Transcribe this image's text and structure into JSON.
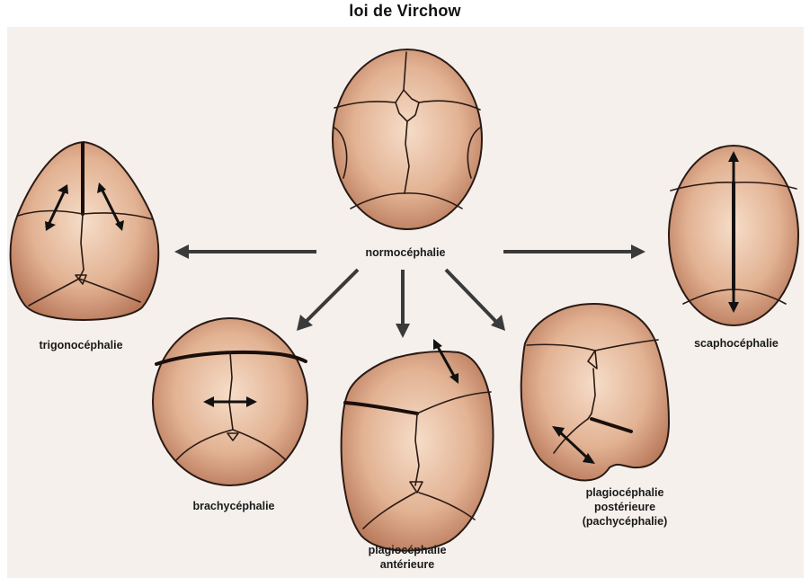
{
  "title": "loi de Virchow",
  "center_label": "normocéphalie",
  "labels": {
    "trigonocephalie": "trigonocéphalie",
    "scaphocephalie": "scaphocéphalie",
    "brachycephalie": "brachycéphalie",
    "plagio_anterieure_line1": "plagiocéphalie",
    "plagio_anterieure_line2": "antérieure",
    "plagio_posterieure_line1": "plagiocéphalie",
    "plagio_posterieure_line2": "postérieure",
    "plagio_posterieure_line3": "(pachycéphalie)"
  },
  "colors": {
    "skull_light": "#f6ddc8",
    "skull_mid": "#e2b293",
    "skull_dark": "#b8785a",
    "background": "#f5f0ec"
  }
}
